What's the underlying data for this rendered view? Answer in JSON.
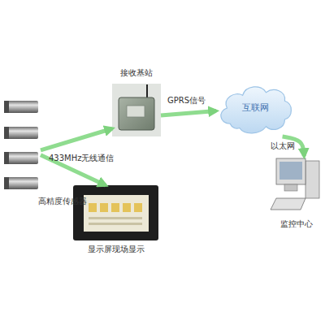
{
  "diagram": {
    "nodes": [
      {
        "text": [
          "高精度传感器"
        ]
      },
      {
        "text": [
          "接收基站"
        ]
      },
      {
        "text": [
          "显示屏现场显示"
        ]
      },
      {
        "text": [
          "互联网"
        ]
      },
      {
        "text": [
          "监控中心"
        ]
      }
    ],
    "edges": [
      {
        "from": 0,
        "to": 1,
        "arrow": "to",
        "label": "433MHz无线通信"
      },
      {
        "from": 0,
        "to": 2,
        "arrow": "to"
      },
      {
        "from": 1,
        "to": 3,
        "arrow": "to",
        "label": "GPRS信号"
      },
      {
        "from": 3,
        "to": 4,
        "arrow": "to",
        "label": "以太网"
      }
    ]
  }
}
